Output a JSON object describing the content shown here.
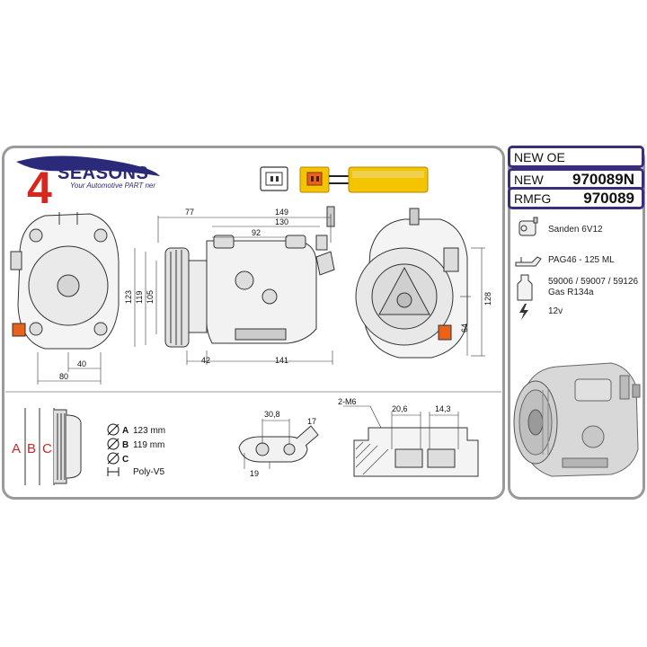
{
  "brand": {
    "name": "SEASONS",
    "digit": "4",
    "tagline": "Your Automotive PART ner",
    "colors": {
      "navy": "#2b2a7a",
      "red": "#d7261e"
    }
  },
  "codes": {
    "header": "NEW OE",
    "new_label": "NEW",
    "new_code": "970089N",
    "rmfg_label": "RMFG",
    "rmfg_code": "970089"
  },
  "specs": {
    "compressor": "Sanden 6V12",
    "oil": "PAG46 - 125 ML",
    "refs": "59006 / 59007 / 59126",
    "gas": "Gas R134a",
    "voltage": "12v"
  },
  "dimensions": {
    "side_view": [
      "77",
      "149",
      "130",
      "92",
      "123",
      "119",
      "105",
      "42",
      "141"
    ],
    "front_view": [
      "40",
      "80"
    ],
    "rear_view": [
      "128",
      "64"
    ],
    "fitting": [
      "30,8",
      "17",
      "19"
    ],
    "section": [
      "2-M6",
      "20,6",
      "14,3"
    ]
  },
  "pulley": {
    "letters": [
      "A",
      "B",
      "C"
    ],
    "a_label": "A",
    "a_value": "123 mm",
    "b_label": "B",
    "b_value": "119 mm",
    "c_label": "C",
    "belt": "Poly-V5"
  },
  "icons": [
    "compressor-icon",
    "oil-can-icon",
    "bottle-icon",
    "lightning-icon"
  ],
  "accent_colors": {
    "panel_border": "#9a9a9a",
    "code_border": "#3c2d7a",
    "connector_yellow": "#f5c400",
    "connector_orange": "#e8621a",
    "abc_red": "#c62828"
  }
}
